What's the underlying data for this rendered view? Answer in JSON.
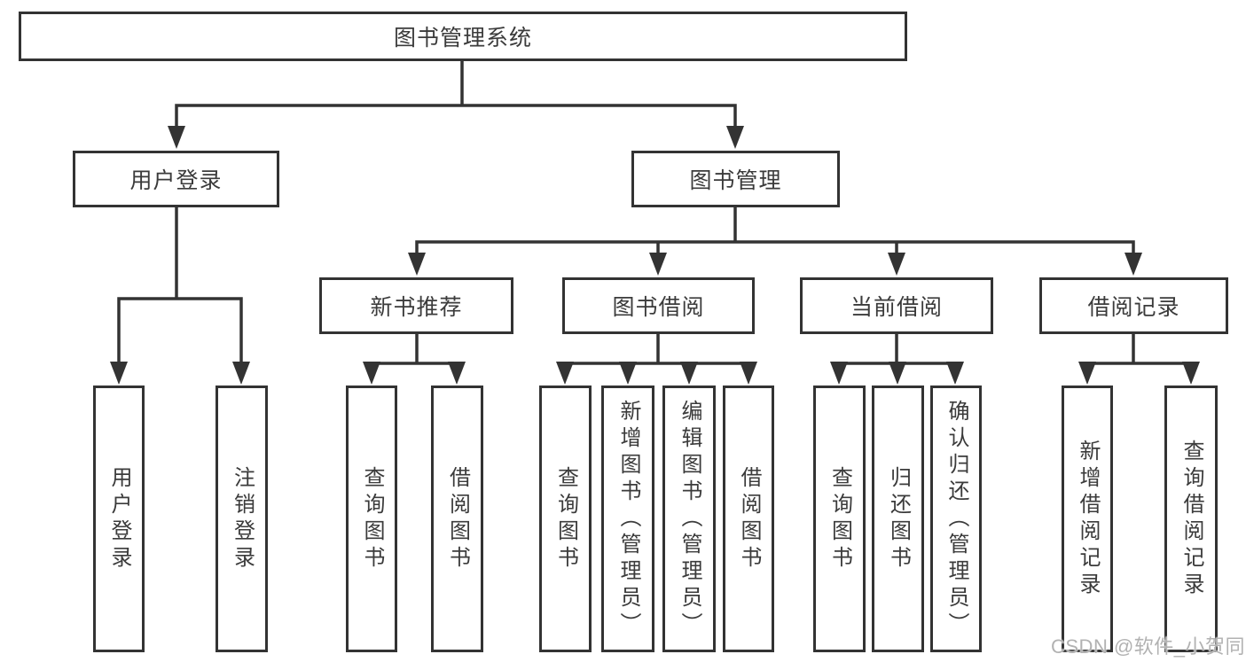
{
  "tree": {
    "label": "图书管理系统",
    "children": [
      {
        "label": "用户登录",
        "children": [
          {
            "label": "用户登录"
          },
          {
            "label": "注销登录"
          }
        ]
      },
      {
        "label": "图书管理",
        "children": [
          {
            "label": "新书推荐",
            "children": [
              {
                "label": "查询图书"
              },
              {
                "label": "借阅图书"
              }
            ]
          },
          {
            "label": "图书借阅",
            "children": [
              {
                "label": "查询图书"
              },
              {
                "label": "新增图书（管理员）"
              },
              {
                "label": "编辑图书（管理员）"
              },
              {
                "label": "借阅图书"
              }
            ]
          },
          {
            "label": "当前借阅",
            "children": [
              {
                "label": "查询图书"
              },
              {
                "label": "归还图书"
              },
              {
                "label": "确认归还（管理员）"
              }
            ]
          },
          {
            "label": "借阅记录",
            "children": [
              {
                "label": "新增借阅记录"
              },
              {
                "label": "查询借阅记录"
              }
            ]
          }
        ]
      }
    ]
  },
  "watermark": "CSDN @软件_小贺同学",
  "colors": {
    "line": "#333333",
    "border": "#333333",
    "text": "#3b3b3b",
    "watermark": "#b2b2b2",
    "background": "#ffffff"
  }
}
